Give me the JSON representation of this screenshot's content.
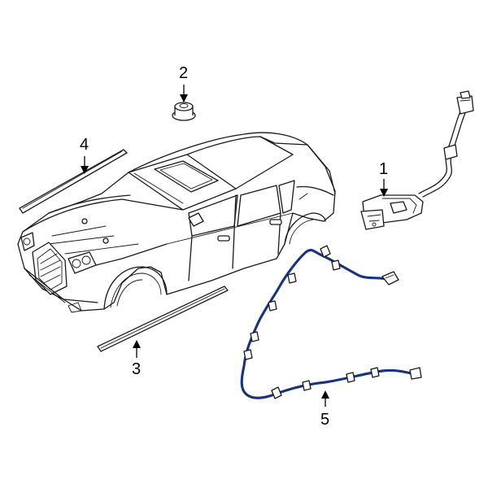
{
  "diagram": {
    "callouts": [
      {
        "id": "1",
        "label": "1"
      },
      {
        "id": "2",
        "label": "2"
      },
      {
        "id": "3",
        "label": "3"
      },
      {
        "id": "4",
        "label": "4"
      },
      {
        "id": "5",
        "label": "5"
      }
    ],
    "colors": {
      "outline": "#1a1a1a",
      "harness_highlight": "#1f3f99",
      "background": "#ffffff"
    }
  }
}
